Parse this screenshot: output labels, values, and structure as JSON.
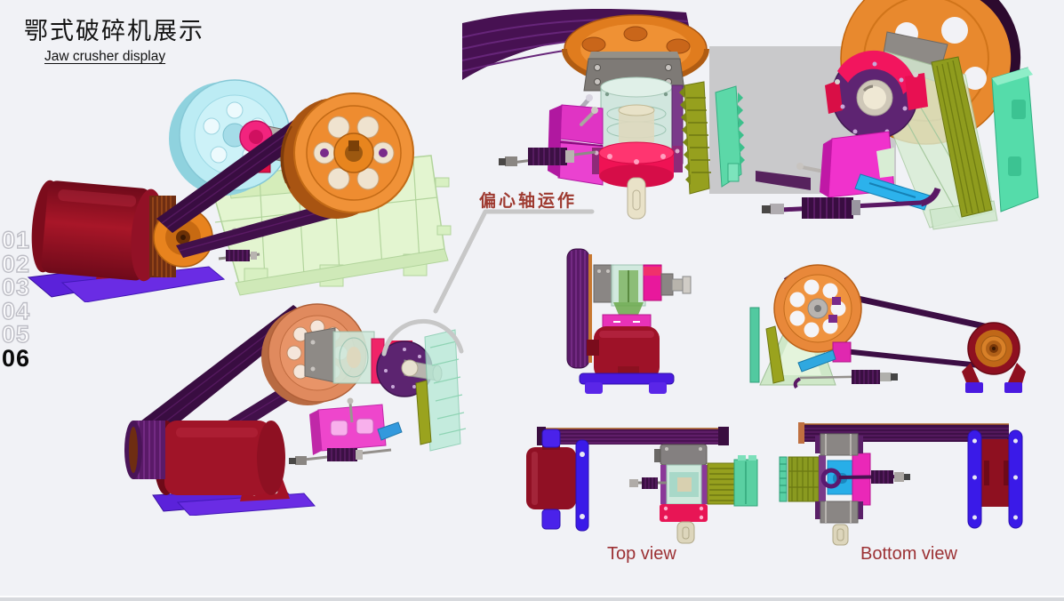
{
  "slide": {
    "title": "鄂式破碎机展示",
    "subtitle": "Jaw crusher display",
    "callout": {
      "label": "偏心轴运作"
    },
    "pagination": {
      "items": [
        "01",
        "02",
        "03",
        "04",
        "05",
        "06"
      ],
      "active": "06"
    },
    "captions": {
      "top_view": "Top view",
      "bottom_view": "Bottom view"
    },
    "colors": {
      "background": "#f1f2f6",
      "caption_text": "#9c3134",
      "callout_text": "#9e3a30",
      "callout_line": "#c7c7c7",
      "shadow": "#c9c9cb",
      "footer_bar": "#d7d9dd",
      "active_page": "#0a0a0a",
      "inactive_page_outline": "#bdbdc5",
      "machine_orange": "#ef913a",
      "machine_cyan": "#bcecf4",
      "machine_dark_red": "#8e1423",
      "machine_magenta": "#ee32c8",
      "machine_crimson": "#ef1254",
      "machine_purple_base": "#5b22da",
      "machine_belt": "#390d41",
      "machine_frame_green": "#e3f5d0",
      "machine_jaw_olive": "#96a01e",
      "machine_jaw_teal": "#5cd8a8"
    }
  }
}
